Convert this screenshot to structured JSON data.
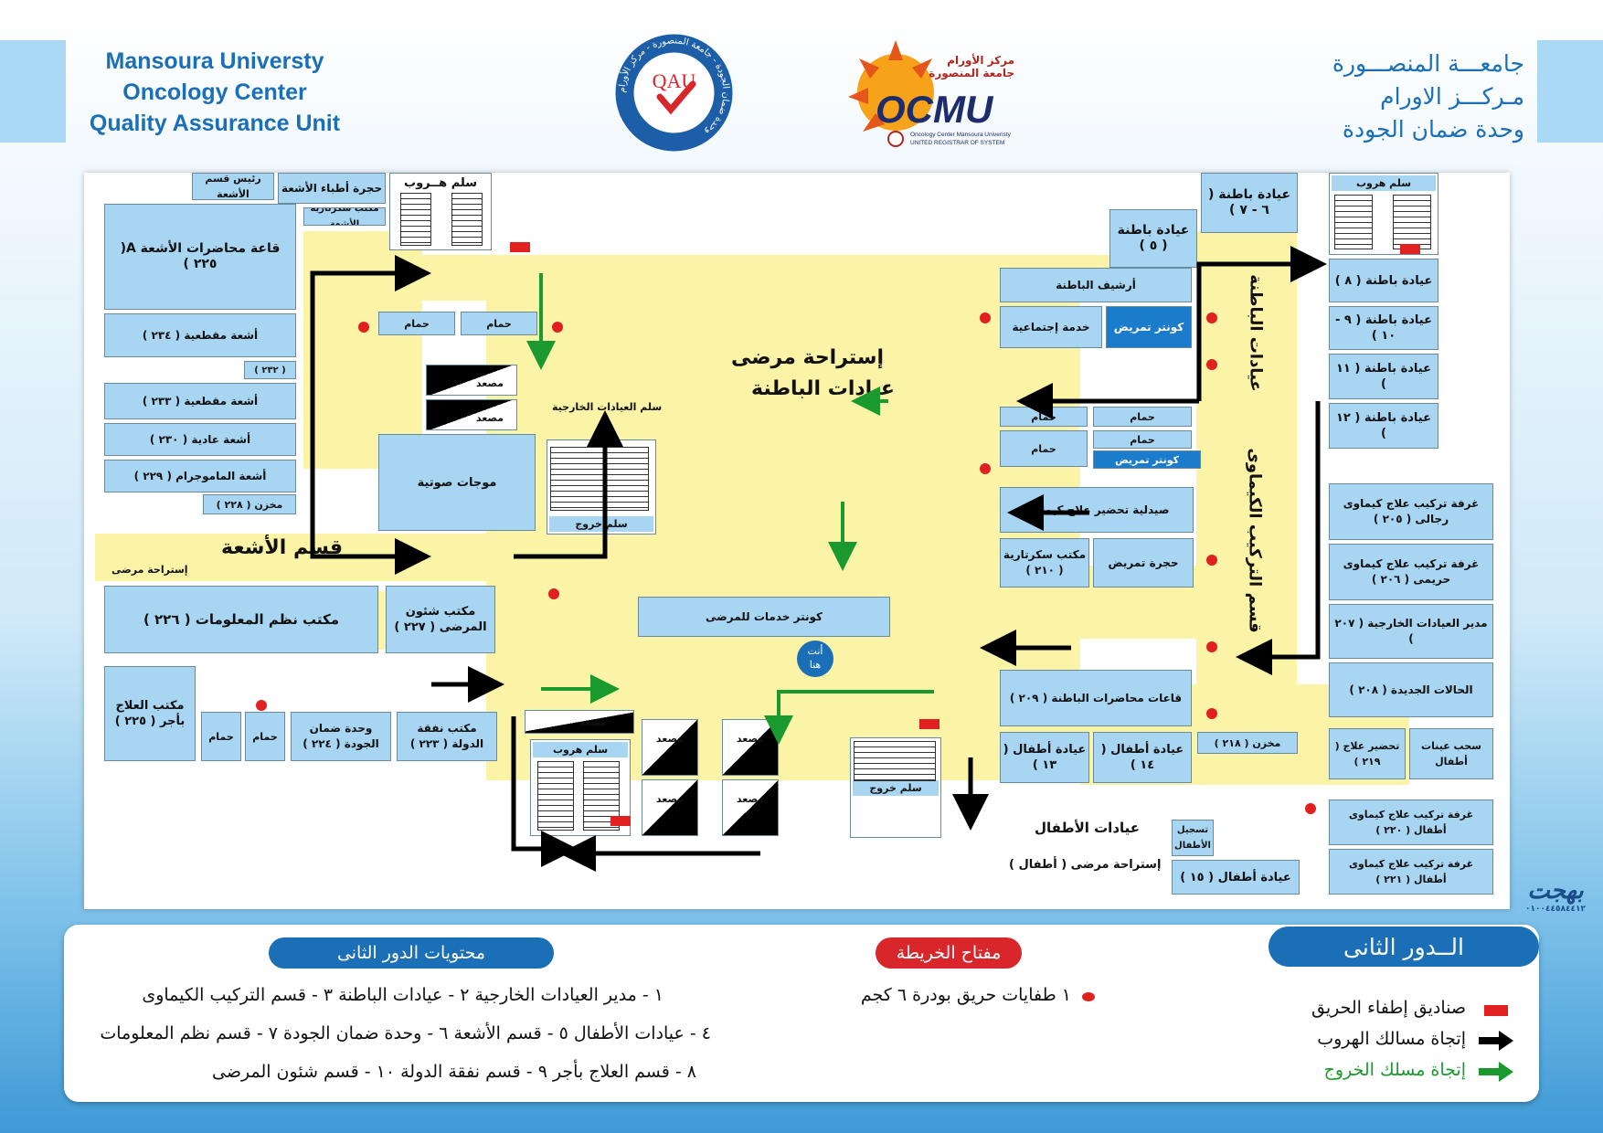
{
  "header": {
    "english_lines": [
      "Mansoura Universty",
      "Oncology Center",
      "Quality Assurance Unit"
    ],
    "arabic_lines": [
      "جامعـــة المنصـــورة",
      "مـركـــز الاورام",
      "وحدة ضمان الجودة"
    ],
    "qau_logo": {
      "center_text": "QAU",
      "ring_text": "وحدة ضمان الجودة - جامعة المنصورة - مركز الأورام"
    },
    "ocmu_logo": {
      "ar_line1": "مركز الأورام",
      "ar_line2": "جامعة المنصورة",
      "big_text": "OCMU",
      "en_line1": "Oncology Center Mansoura Univeristy",
      "en_line2": "UNITED REGISTRAR OF SYSTEM"
    }
  },
  "map": {
    "left_wing": {
      "rooms": [
        {
          "id": "r-head-radiology",
          "label": "رئيس قسم الأشعة"
        },
        {
          "id": "r-radiology-doctors",
          "label": "حجرة أطباء الأشعة"
        },
        {
          "id": "r-radiology-secretary",
          "label": "مكتب سكرتارية الأشعة"
        },
        {
          "id": "r-escape-stair-1",
          "label": "سلم هــروب"
        },
        {
          "id": "r-hall-225a",
          "label": "قاعة محاضرات الأشعة A( ٢٢٥ )"
        },
        {
          "id": "r-ct-234",
          "label": "أشعة مقطعية ( ٢٣٤ )"
        },
        {
          "id": "r-232",
          "label": "( ٢٣٢ )"
        },
        {
          "id": "r-ct-233",
          "label": "أشعة مقطعية ( ٢٣٣ )"
        },
        {
          "id": "r-xray-230",
          "label": "أشعة عادية ( ٢٣٠ )"
        },
        {
          "id": "r-mammo-229",
          "label": "أشعة الماموجرام ( ٢٢٩ )"
        },
        {
          "id": "r-store-228",
          "label": "مخزن ( ٢٢٨ )"
        },
        {
          "id": "r-wc-1",
          "label": "حمام"
        },
        {
          "id": "r-wc-2",
          "label": "حمام"
        },
        {
          "id": "r-elevator-1",
          "label": "مصعد"
        },
        {
          "id": "r-elevator-2",
          "label": "مصعد"
        },
        {
          "id": "r-outpatient-stair",
          "label": "سلم العيادات الخارجية"
        },
        {
          "id": "r-ultrasound",
          "label": "موجات صوتية"
        },
        {
          "id": "r-exit-stair-1",
          "label": "سلم خروج"
        }
      ],
      "section_title": "قسم الأشعة",
      "waiting_label": "إستراحة مرضى",
      "lower_rooms": [
        {
          "id": "r-it-226",
          "label": "مكتب نظم المعلومات ( ٢٢٦ )"
        },
        {
          "id": "r-patient-affairs-227",
          "label": "مكتب شئون المرضى ( ٢٢٧ )"
        },
        {
          "id": "r-paid-treatment-225",
          "label": "مكتب العلاج بأجر ( ٢٢٥ )"
        },
        {
          "id": "r-wc-3",
          "label": "حمام"
        },
        {
          "id": "r-wc-4",
          "label": "حمام"
        },
        {
          "id": "r-quality-224",
          "label": "وحدة ضمان الجودة ( ٢٢٤ )"
        },
        {
          "id": "r-state-expense-223",
          "label": "مكتب نفقة الدولة ( ٢٢٣ )"
        }
      ]
    },
    "center": {
      "main_waiting_title": [
        "إستراحة مرضى",
        "عيادات الباطنة"
      ],
      "patient_services_counter": "كونتر خدمات للمرضى",
      "you_are_here": [
        "أنت",
        "هنا"
      ],
      "elevators_bottom": [
        "مصعد",
        "مصعد",
        "مصعد",
        "مصعد",
        "مصعد"
      ],
      "escape_stair_2": "سلم هروب",
      "exit_stair_2": "سلم خروج"
    },
    "right_wing": {
      "rooms": [
        {
          "id": "r-clinic-6-7",
          "label": "عيادة باطنة ( ٦ - ٧ )"
        },
        {
          "id": "r-clinic-5",
          "label": "عيادة باطنة ( ٥ )"
        },
        {
          "id": "r-escape-stair-3",
          "label": "سلم هروب"
        },
        {
          "id": "r-clinic-8",
          "label": "عيادة باطنة ( ٨ )"
        },
        {
          "id": "r-clinic-9-10",
          "label": "عيادة باطنة ( ٩ - ١٠ )"
        },
        {
          "id": "r-clinic-11",
          "label": "عيادة باطنة ( ١١ )"
        },
        {
          "id": "r-clinic-12",
          "label": "عيادة باطنة ( ١٢ )"
        },
        {
          "id": "r-internal-archive",
          "label": "أرشيف الباطنة"
        },
        {
          "id": "r-social-service",
          "label": "خدمة إجتماعية"
        },
        {
          "id": "r-nursing-counter-1",
          "label": "كونتر تمريض"
        },
        {
          "id": "r-wc-5",
          "label": "حمام"
        },
        {
          "id": "r-wc-6",
          "label": "حمام"
        },
        {
          "id": "r-wc-7",
          "label": "حمام"
        },
        {
          "id": "r-wc-8",
          "label": "حمام"
        },
        {
          "id": "r-nursing-counter-2",
          "label": "كونتر تمريض"
        },
        {
          "id": "r-chemo-pharmacy",
          "label": "صيدلية تحضير علاج كيماوى"
        },
        {
          "id": "r-secretary-210",
          "label": "مكتب سكرتارية ( ٢١٠ )"
        },
        {
          "id": "r-nursing-room",
          "label": "حجرة تمريض"
        },
        {
          "id": "r-chemo-men-205",
          "label": "غرفة تركيب علاج كيماوى رجالى ( ٢٠٥ )"
        },
        {
          "id": "r-chemo-women-206",
          "label": "غرفة تركيب علاج كيماوى حريمى ( ٢٠٦ )"
        },
        {
          "id": "r-outpatient-director-207",
          "label": "مدير العيادات الخارجية ( ٢٠٧ )"
        },
        {
          "id": "r-new-cases-208",
          "label": "الحالات الجديدة ( ٢٠٨ )"
        },
        {
          "id": "r-internal-halls-209",
          "label": "قاعات محاضرات الباطنة ( ٢٠٩ )"
        },
        {
          "id": "r-peds-13",
          "label": "عيادة أطفال ( ١٣ )"
        },
        {
          "id": "r-peds-14",
          "label": "عيادة أطفال ( ١٤ )"
        },
        {
          "id": "r-store-218",
          "label": "مخزن ( ٢١٨ )"
        },
        {
          "id": "r-prep-219",
          "label": "تحضير علاج ( ٢١٩ )"
        },
        {
          "id": "r-peds-samples",
          "label": "سحب عينات أطفال"
        },
        {
          "id": "r-peds-chemo-220",
          "label": "غرفة تركيب علاج كيماوى أطفال ( ٢٢٠ )"
        },
        {
          "id": "r-peds-chemo-221",
          "label": "غرفة تركيب علاج كيماوى أطفال ( ٢٢١ )"
        },
        {
          "id": "r-peds-registration",
          "label": "تسجيل الأطفال"
        },
        {
          "id": "r-peds-15",
          "label": "عيادة أطفال ( ١٥ )"
        }
      ],
      "corridor_internal": "عيادات الباطنة",
      "corridor_chemo": "قسم التركيب الكيماوى",
      "peds_clinics_title": "عيادات الأطفال",
      "peds_waiting": "إستراحة مرضى ( أطفال )"
    }
  },
  "legend": {
    "floor_title": "الــدور الثانى",
    "key_title": "مفتاح الخريطة",
    "contents_title": "محتويات الدور الثانى",
    "fire_boxes": "صناديق إطفاء الحريق",
    "escape_direction": "إتجاة مسالك الهروب",
    "exit_direction": "إتجاة مسلك الخروج",
    "extinguishers": "١ طفايات حريق بودرة ٦ كجم",
    "contents_lines": [
      "١ - مدير العيادات الخارجية   ٢ - عيادات الباطنة   ٣ - قسم التركيب الكيماوى",
      "٤ - عيادات الأطفال   ٥ - قسم الأشعة   ٦ - وحدة ضمان الجودة   ٧ - قسم نظم المعلومات",
      "٨ - قسم العلاج بأجر   ٩ - قسم نفقة الدولة   ١٠ - قسم شئون المرضى"
    ],
    "signature": "بهجت",
    "signature_phone": "٠١٠٠٤٤٥٨٤٤١٢"
  },
  "colors": {
    "corridor": "#fbf3a6",
    "room": "#a8d6f2",
    "counter": "#1a7ccb",
    "fire": "#e0211f",
    "escape_arrow": "#000000",
    "exit_arrow": "#1a9a2e",
    "title_blue": "#1a6fb7"
  }
}
